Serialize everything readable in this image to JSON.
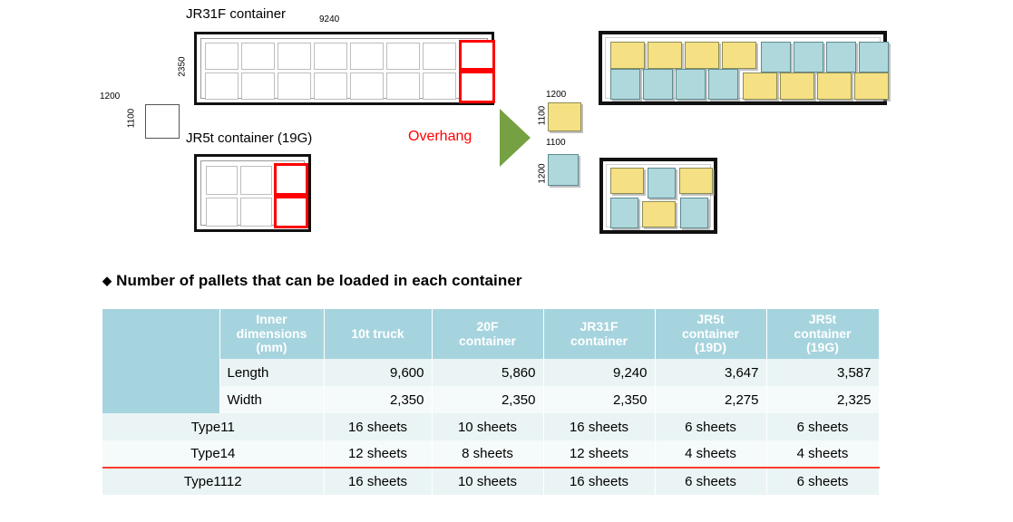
{
  "diagram": {
    "jr31f": {
      "title": "JR31F container",
      "length_label": "9240",
      "width_label": "2350",
      "columns": 8,
      "rows": 2,
      "overhang_column_index": 7
    },
    "jr5t": {
      "title": "JR5t container (19G)",
      "columns": 3,
      "rows": 2,
      "overhang_column_index": 2
    },
    "pallet_reference": {
      "width_label": "1200",
      "height_label": "1100"
    },
    "overhang_label": "Overhang",
    "legend": {
      "yellow_pallet": {
        "width_label": "1200",
        "height_label": "1100"
      },
      "blue_pallet": {
        "width_label": "1100",
        "height_label": "1200"
      }
    },
    "loaded_large": {
      "row1": [
        "yellow",
        "yellow",
        "yellow",
        "yellow",
        "blue",
        "blue",
        "blue",
        "blue"
      ],
      "row2": [
        "blue",
        "blue",
        "blue",
        "blue",
        "yellow",
        "yellow",
        "yellow",
        "yellow"
      ]
    },
    "loaded_small": {
      "row1": [
        "yellow",
        "blue",
        "yellow"
      ],
      "row2": [
        "blue",
        "yellow",
        "blue"
      ]
    },
    "colors": {
      "yellow": "#F5E083",
      "blue": "#AFD8DD",
      "overhang_red": "#FF0000",
      "arrow_green": "#76A142"
    }
  },
  "section": {
    "bullet": "◆",
    "heading": "Number of pallets that can be loaded in each container"
  },
  "table": {
    "columns": [
      "",
      "Inner dimensions (mm)",
      "10t truck",
      "20F container",
      "JR31F container",
      "JR5t container (19D)",
      "JR5t container (19G)"
    ],
    "header_lines": [
      [
        ""
      ],
      [
        "Inner",
        "dimensions",
        "(mm)"
      ],
      [
        "10t truck"
      ],
      [
        "20F",
        "container"
      ],
      [
        "JR31F",
        "container"
      ],
      [
        "JR5t",
        "container",
        "(19D)"
      ],
      [
        "JR5t",
        "container",
        "(19G)"
      ]
    ],
    "rows": [
      {
        "corner": "",
        "label": "Length",
        "values": [
          "9,600",
          "5,860",
          "9,240",
          "3,647",
          "3,587"
        ],
        "align": "num",
        "style": "row-a",
        "corner_fill": true
      },
      {
        "corner": "",
        "label": "Width",
        "values": [
          "2,350",
          "2,350",
          "2,350",
          "2,275",
          "2,325"
        ],
        "align": "num",
        "style": "row-b",
        "corner_fill": true
      },
      {
        "corner": "",
        "label": "Type11",
        "values": [
          "16 sheets",
          "10 sheets",
          "16 sheets",
          "6 sheets",
          "6 sheets"
        ],
        "align": "ctr",
        "style": "row-a",
        "corner_fill": false
      },
      {
        "corner": "",
        "label": "Type14",
        "values": [
          "12 sheets",
          "8 sheets",
          "12 sheets",
          "4 sheets",
          "4 sheets"
        ],
        "align": "ctr",
        "style": "row-b",
        "corner_fill": false
      },
      {
        "corner": "",
        "label": "Type1112",
        "values": [
          "16 sheets",
          "10 sheets",
          "16 sheets",
          "6 sheets",
          "6 sheets"
        ],
        "align": "ctr",
        "style": "row-a",
        "corner_fill": false,
        "divider_above": true
      }
    ],
    "header_bg": "#A6D4DE",
    "divider_color": "#FF3B30"
  }
}
